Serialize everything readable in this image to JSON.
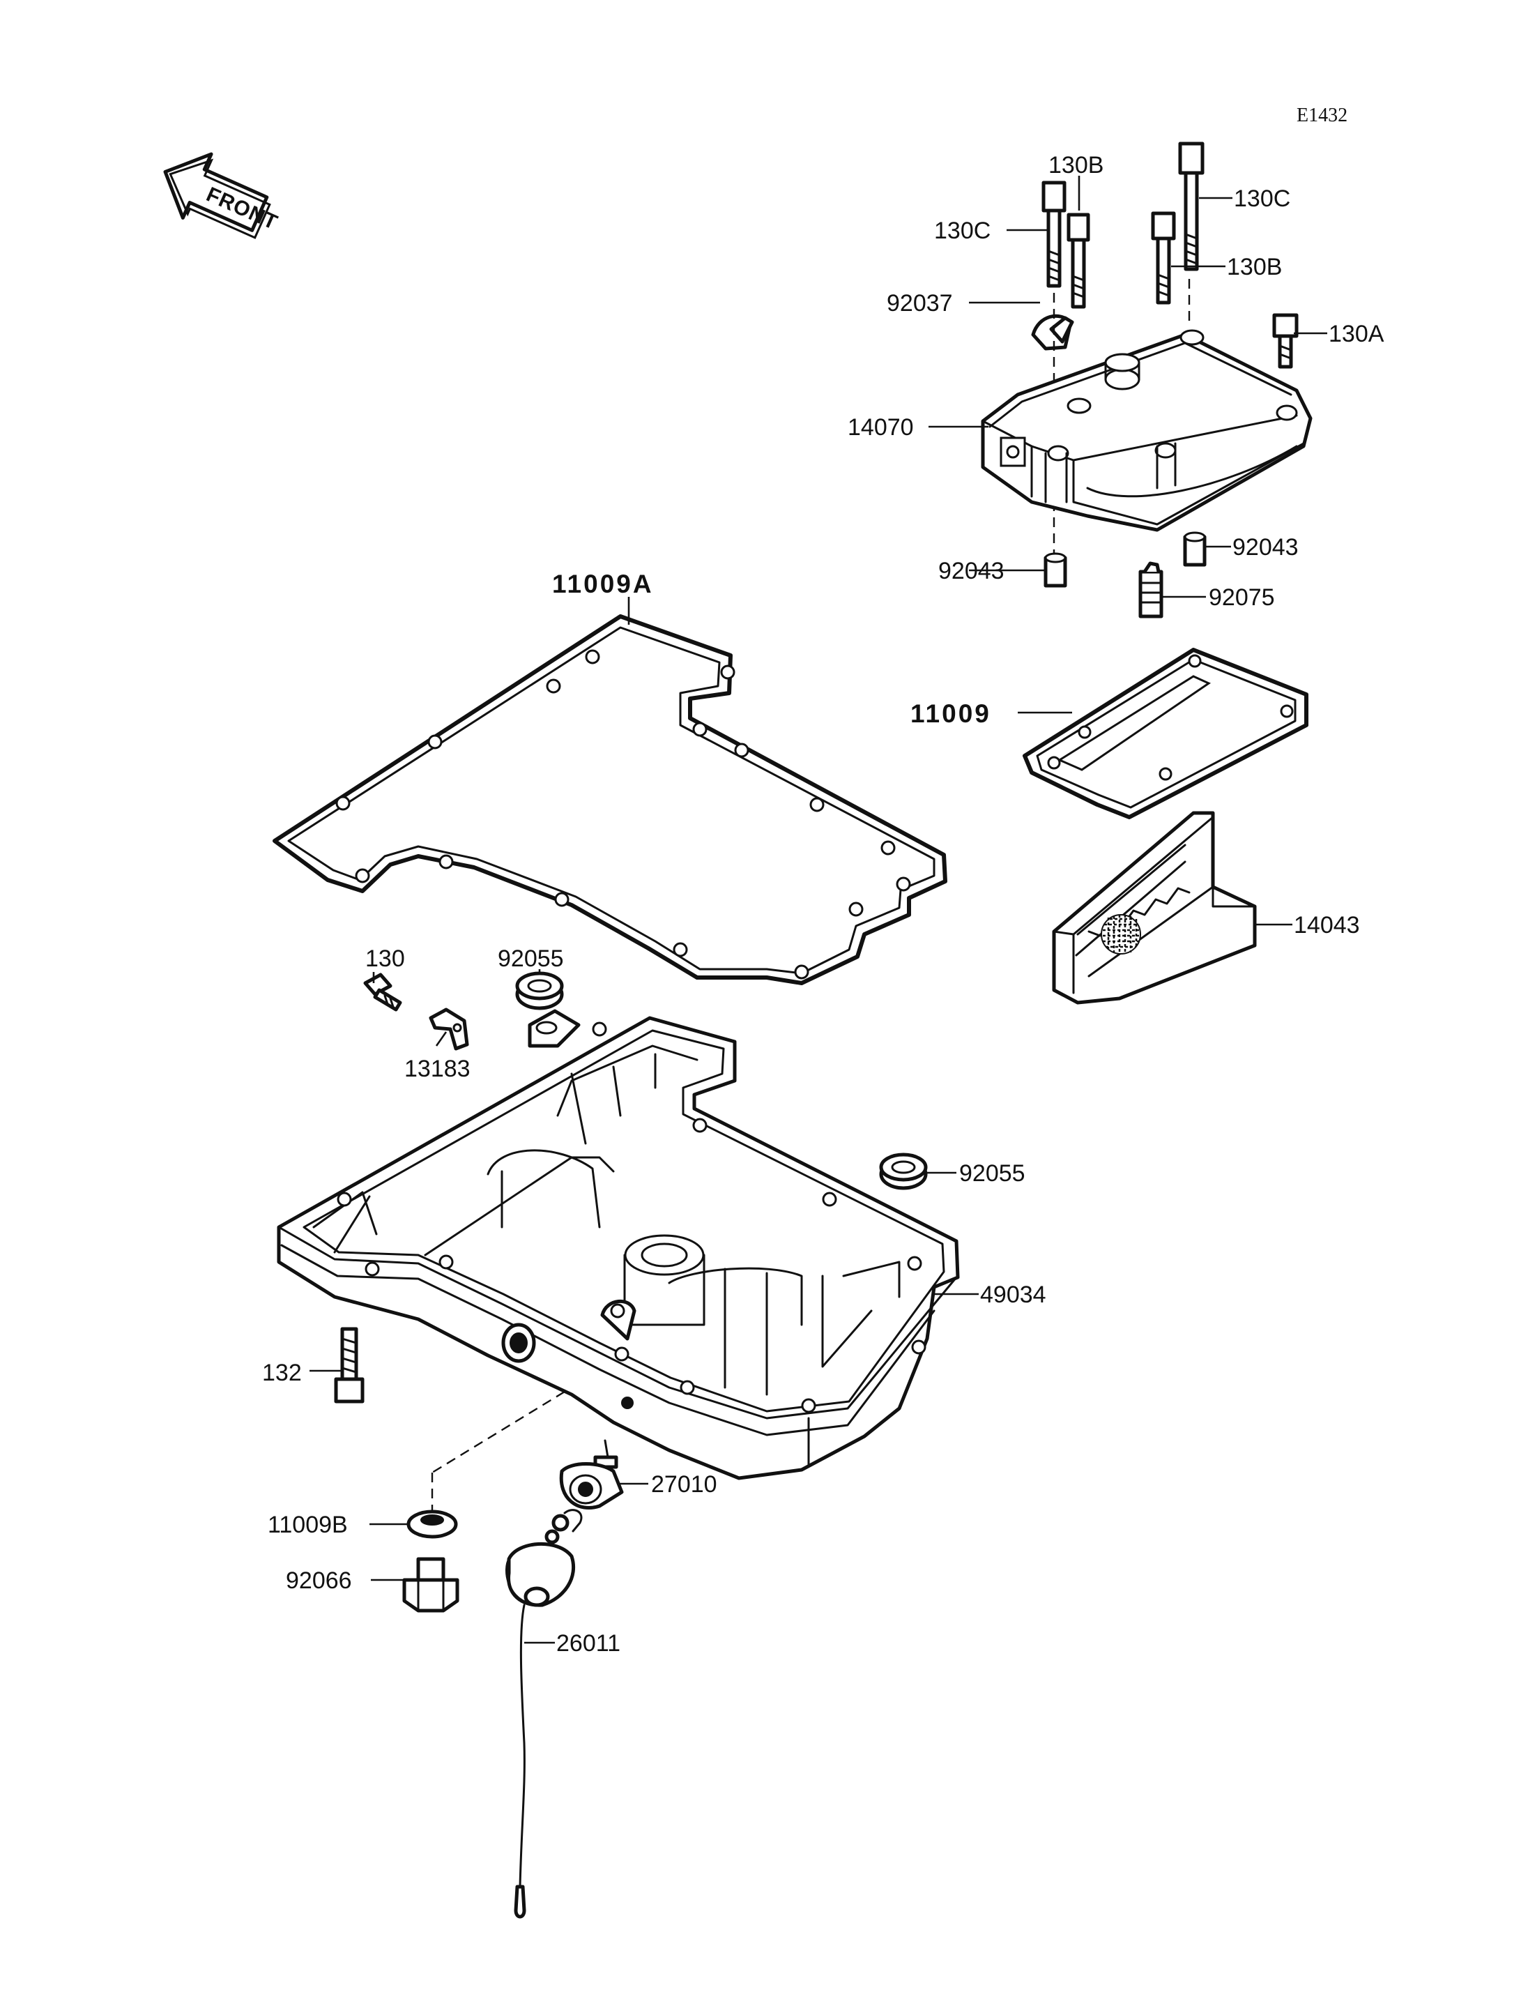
{
  "diagram": {
    "code": "E1432",
    "front_arrow": "FRONT"
  },
  "callouts": {
    "p130B_top": "130B",
    "p130C_left": "130C",
    "p130C_right": "130C",
    "p130B_right": "130B",
    "p130A": "130A",
    "p92037": "92037",
    "p14070": "14070",
    "p92043_left": "92043",
    "p92043_right": "92043",
    "p92075": "92075",
    "p11009A": "11009A",
    "p11009": "11009",
    "p14043": "14043",
    "p130": "130",
    "p92055_top": "92055",
    "p13183": "13183",
    "p92055_right": "92055",
    "p49034": "49034",
    "p132": "132",
    "p27010": "27010",
    "p11009B": "11009B",
    "p92066": "92066",
    "p26011": "26011"
  }
}
